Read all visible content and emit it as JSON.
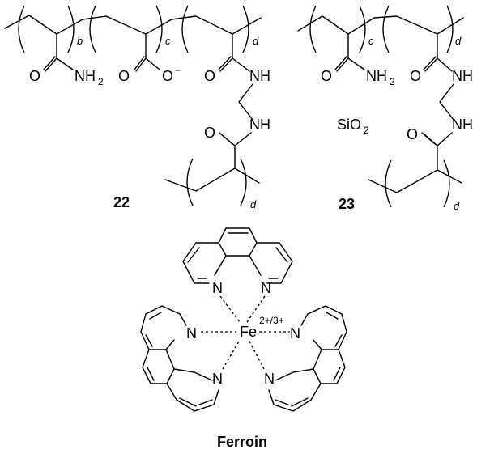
{
  "labels": {
    "compound_22": "22",
    "compound_23": "23",
    "ferroin": "Ferroin",
    "silica": "SiO",
    "silica_sub": "2",
    "iron": "Fe",
    "iron_charge": "2+/3+"
  },
  "atoms": {
    "o": "O",
    "n": "N",
    "nh": "NH",
    "nh2": "NH",
    "nh2_sub": "2",
    "o_minus": "O",
    "minus": "−"
  },
  "indices": {
    "b": "b",
    "c": "c",
    "d": "d"
  }
}
